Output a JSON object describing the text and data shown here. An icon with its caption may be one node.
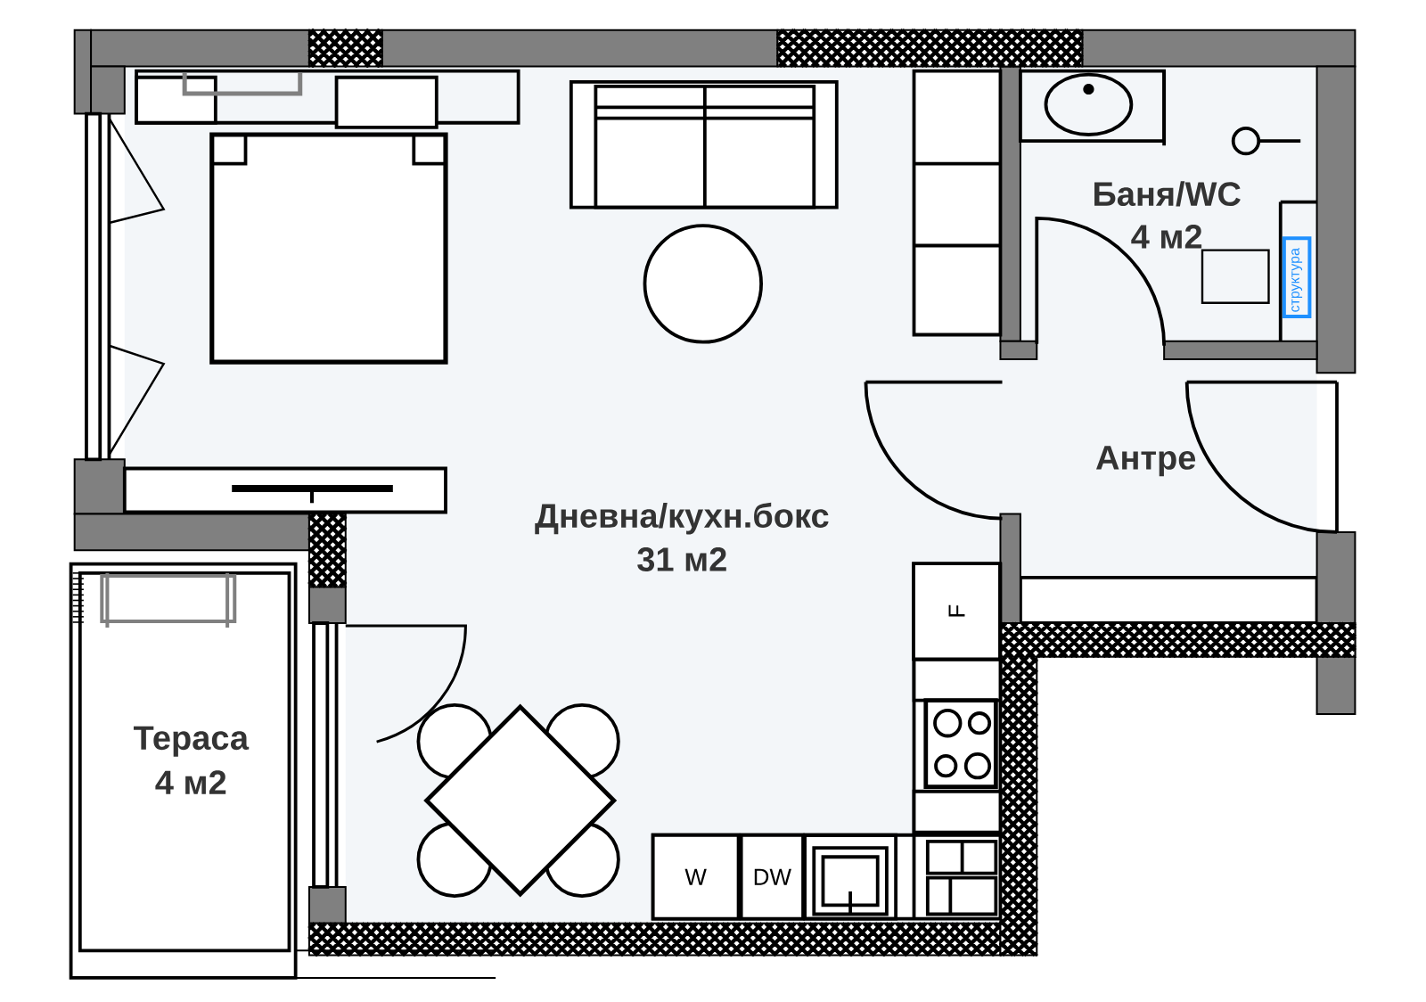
{
  "diagram": {
    "nodes": [
      {
        "text": [
          "W"
        ]
      },
      {
        "text": [
          "DW"
        ]
      },
      {
        "text": [
          "F"
        ]
      }
    ],
    "labels": [
      "Баня/WC",
      "4 м2",
      "Антре",
      "Дневна/кухн.бокс",
      "31 м2",
      "Тераса",
      "4 м2",
      "структура"
    ]
  }
}
